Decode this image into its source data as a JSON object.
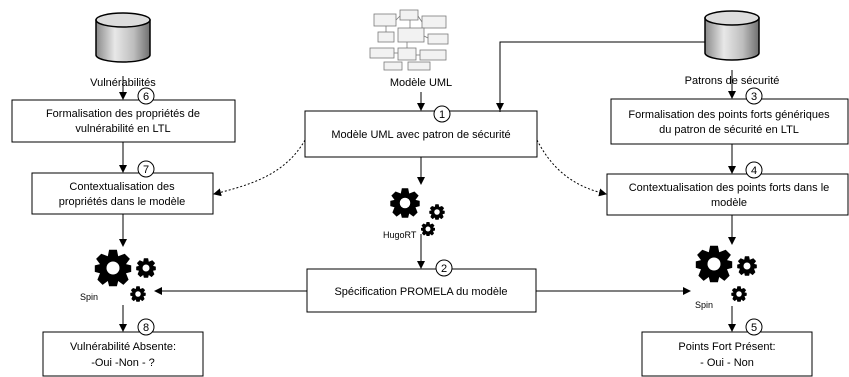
{
  "sources": {
    "vulnerabilites": "Vulnérabilités",
    "modele_uml": "Modèle UML",
    "patrons": "Patrons de sécurité"
  },
  "boxes": {
    "formalisation_vuln": [
      "Formalisation des propriétés de",
      "vulnérabilité en LTL"
    ],
    "contextualisation_vuln": [
      "Contextualisation des",
      "propriétés dans le modèle"
    ],
    "modele_patron": [
      "Modèle UML avec patron de sécurité"
    ],
    "promela": [
      "Spécification PROMELA du modèle"
    ],
    "formalisation_points": [
      "Formalisation des points forts génériques",
      "du patron de sécurité en LTL"
    ],
    "contextualisation_points": [
      "Contextualisation des points forts dans le",
      "modèle"
    ],
    "vuln_absente": [
      "Vulnérabilité Absente:",
      "-Oui -Non - ?"
    ],
    "points_present": [
      "Points Fort Présent:",
      "- Oui - Non"
    ]
  },
  "steps": [
    "1",
    "2",
    "3",
    "4",
    "5",
    "6",
    "7",
    "8"
  ],
  "tools": {
    "hugort": "HugoRT",
    "spin_left": "Spin",
    "spin_right": "Spin"
  },
  "icons": [
    "database-icon",
    "uml-model-icon",
    "gears-icon"
  ]
}
